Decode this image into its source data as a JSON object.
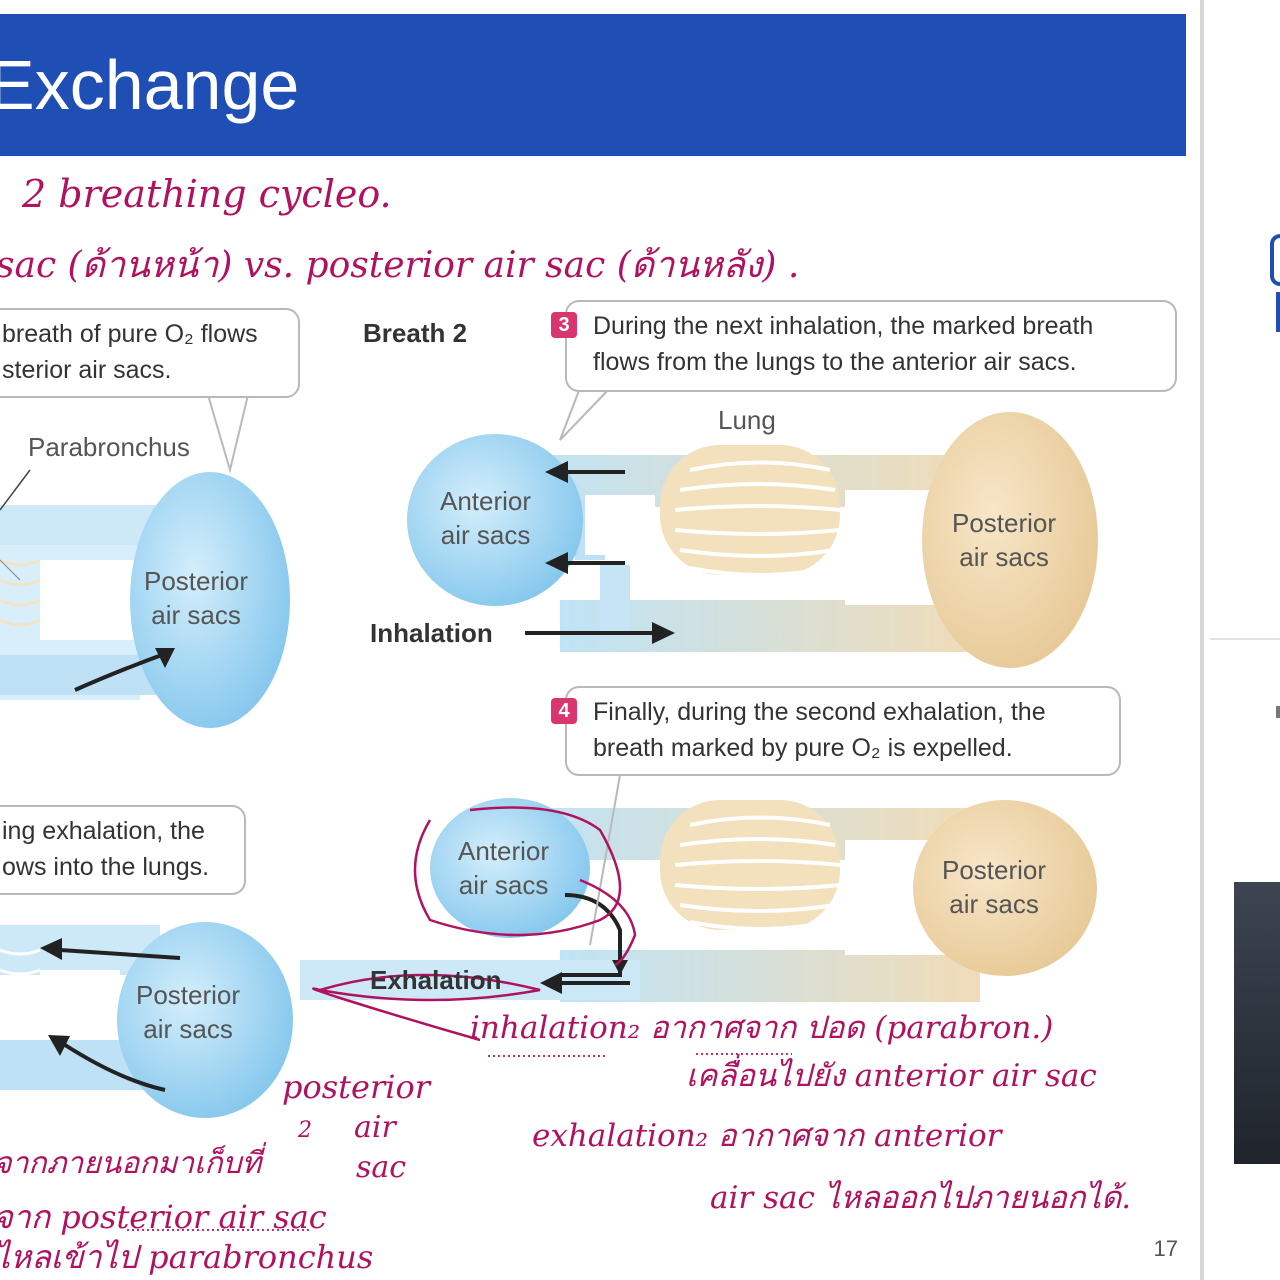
{
  "slide": {
    "title": "Exchange",
    "page_number": "17"
  },
  "handwriting": {
    "line1": "2 breathing cycleo.",
    "line2": "sac (ด้านหน้า) vs. posterior air sac (ด้านหลัง) .",
    "note_a1": "inhalation₂ อากาศจาก ปอด (parabron.)",
    "note_a2": "เคลื่อนไปยัง anterior air sac",
    "note_b1": "exhalation₂ อากาศจาก anterior",
    "note_b2": "air sac ไหลออกไปภายนอกได้.",
    "note_c1": "posterior",
    "note_c2": "air",
    "note_c3": "sac",
    "note_d1": "จากภายนอกมาเก็บที่",
    "note_d2": "จาก posterior air sac",
    "note_d3": "ไหลเข้าไป parabronchus",
    "sub_2": "2"
  },
  "callouts": {
    "step1_line1": "breath of pure O₂ flows",
    "step1_line2": "sterior air sacs.",
    "step2_line1": "ing exhalation, the",
    "step2_line2": "ows into the lungs.",
    "step3_num": "3",
    "step3_line1": "During the next inhalation, the marked breath",
    "step3_line2": "flows from the lungs to the anterior air sacs.",
    "step4_num": "4",
    "step4_line1": "Finally, during the second exhalation, the",
    "step4_line2": "breath marked by pure O₂ is expelled."
  },
  "labels": {
    "breath2": "Breath 2",
    "lung": "Lung",
    "parabronchus": "Parabronchus",
    "anterior_1": "Anterior",
    "anterior_2": "air sacs",
    "posterior_1": "Posterior",
    "posterior_2": "air sacs",
    "inhalation": "Inhalation",
    "exhalation": "Exhalation"
  },
  "colors": {
    "title_bar": "#1f4fb5",
    "handwriting": "#b0125f",
    "air_sac_blue": "#8fcdef",
    "lung_tan": "#ecd3a8",
    "step_badge": "#d9356f"
  }
}
